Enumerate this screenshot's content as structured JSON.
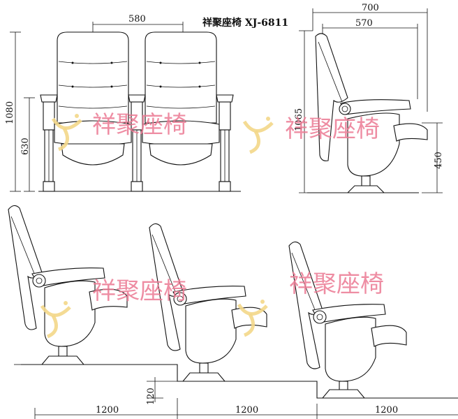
{
  "title": "祥聚座椅 XJ-6811",
  "watermark": {
    "text": "祥聚座椅",
    "colors": {
      "text": "#ec7a93",
      "logo": "#f3d788"
    },
    "logo_icon": "xj-logo-icon"
  },
  "front_view": {
    "width_label": "580",
    "height_label": "1080",
    "seat_height_label": "630"
  },
  "side_view": {
    "depth_label": "700",
    "seat_depth_label": "570",
    "height_label": "1065",
    "seat_height_label": "450"
  },
  "riser_view": {
    "riser_label": "120",
    "spacing_labels": [
      "1200",
      "1200",
      "1200"
    ]
  }
}
